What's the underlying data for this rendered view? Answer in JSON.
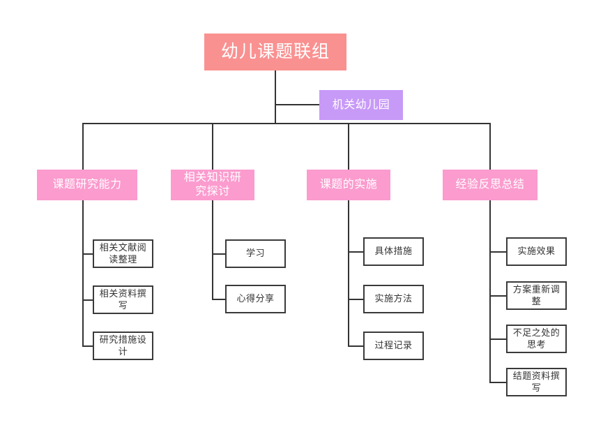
{
  "diagram": {
    "title": "幼儿课题联组",
    "type": "organization-tree",
    "colors": {
      "root": "#FA9191",
      "aux": "#C89AF7",
      "branch": "#FB9BCE",
      "leaf_fill": "#FFFFFF",
      "leaf_border": "#3A3A3A",
      "line": "#333333",
      "background": "#FFFFFF"
    },
    "root": {
      "label": "幼儿课题联组"
    },
    "aux": {
      "label": "机关幼儿园"
    },
    "branches": [
      {
        "label": "课题研究能力",
        "leaves": [
          {
            "label": "相关文献阅\n读整理"
          },
          {
            "label": "相关资料撰\n写"
          },
          {
            "label": "研究措施设\n计"
          }
        ]
      },
      {
        "label": "相关知识研\n究探讨",
        "leaves": [
          {
            "label": "学习"
          },
          {
            "label": "心得分享"
          }
        ]
      },
      {
        "label": "课题的实施",
        "leaves": [
          {
            "label": "具体措施"
          },
          {
            "label": "实施方法"
          },
          {
            "label": "过程记录"
          }
        ]
      },
      {
        "label": "经验反思总结",
        "leaves": [
          {
            "label": "实施效果"
          },
          {
            "label": "方案重新调\n整"
          },
          {
            "label": "不足之处的\n思考"
          },
          {
            "label": "结题资料撰\n写"
          }
        ]
      }
    ]
  }
}
